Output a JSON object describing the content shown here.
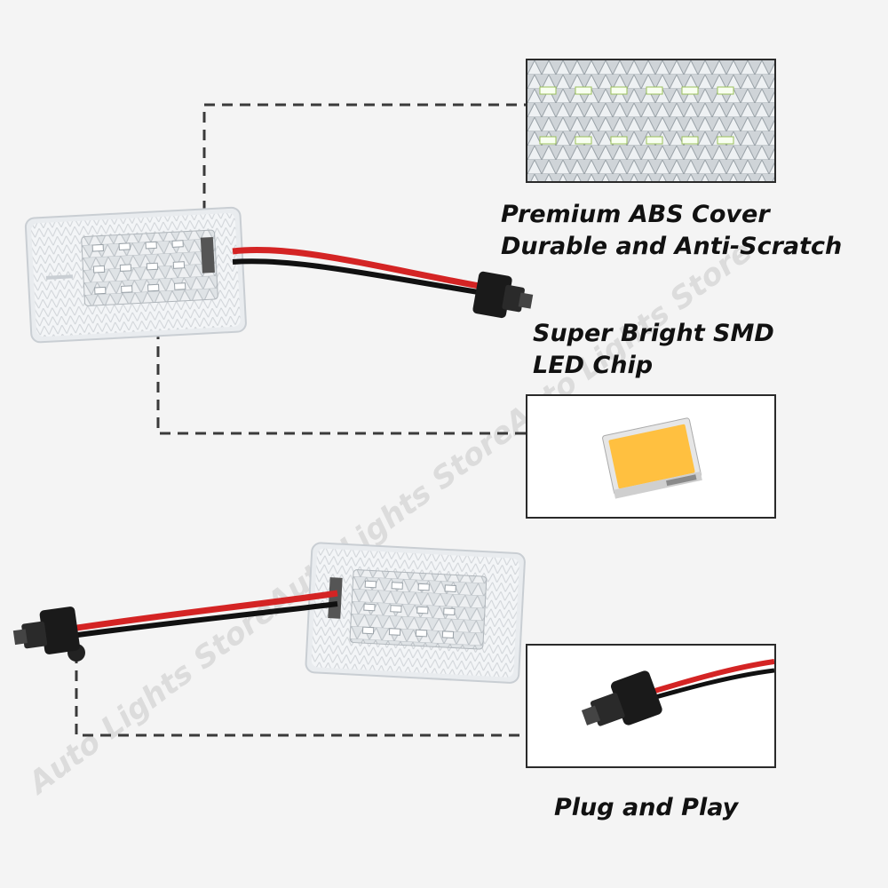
{
  "callouts": {
    "cover": {
      "line1": "Premium ABS Cover",
      "line2": "Durable and Anti-Scratch"
    },
    "chip": {
      "line1": "Super Bright SMD",
      "line2": "LED Chip"
    },
    "plug": {
      "line1": "Plug and Play"
    }
  },
  "watermark": {
    "text": "Auto Lights StoreAuto Lights StoreAuto Lights Store"
  },
  "colors": {
    "background": "#f4f4f4",
    "dashed_line": "#3a3a3a",
    "wire_red": "#d42424",
    "wire_black": "#111111",
    "led_chip": "#ffc040",
    "housing": "#eceff2"
  },
  "icons": {
    "lamp_top": "led-lamp-module",
    "lamp_bottom": "led-lamp-module",
    "connector": "t10-socket-connector",
    "chip": "smd-led-chip"
  }
}
